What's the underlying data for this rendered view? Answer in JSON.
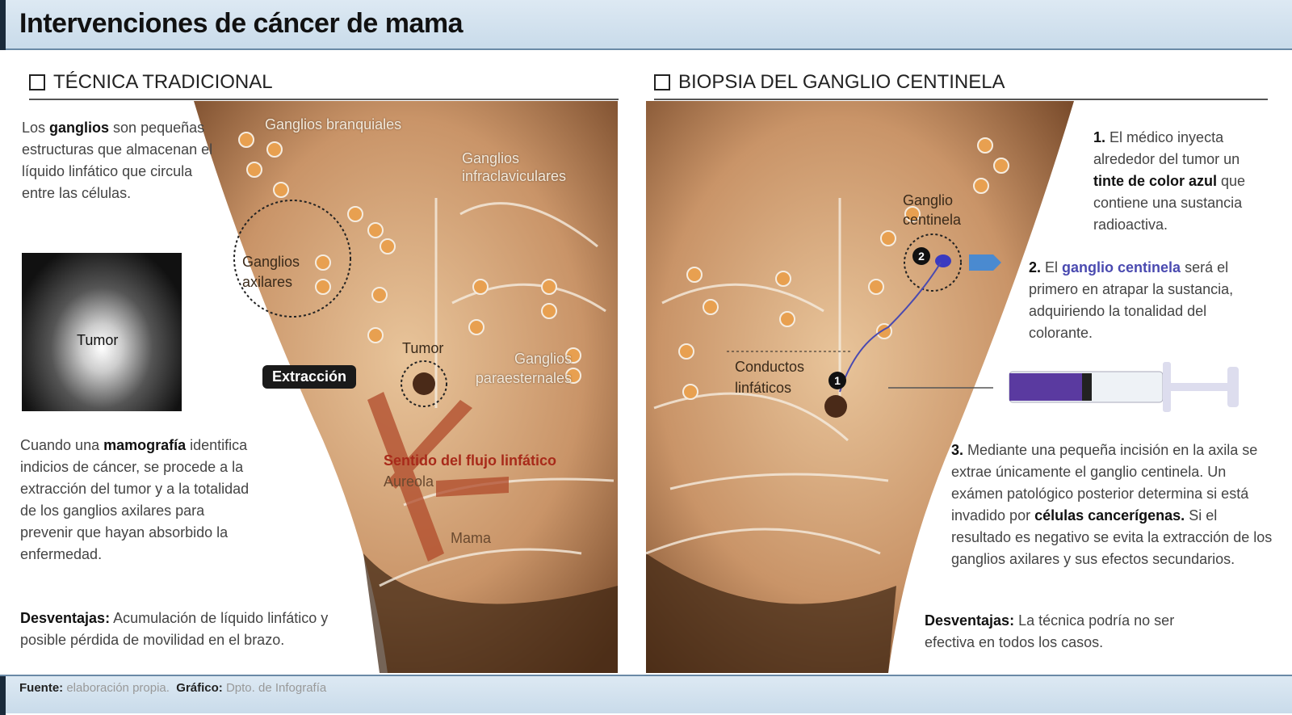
{
  "header": {
    "title": "Intervenciones de cáncer de mama"
  },
  "left": {
    "section_title": "TÉCNICA TRADICIONAL",
    "intro": {
      "pre": "Los ",
      "bold": "ganglios",
      "post": " son pequeñas estructuras que almacenan el líquido linfático que circula entre las células."
    },
    "mammogram_label": "Tumor",
    "body": {
      "pre": "Cuando una ",
      "bold": "mamografía",
      "post": " identifica indicios de cáncer, se procede a la extracción del tumor y a la totalidad de los ganglios axilares para prevenir que hayan absorbido la enfermedad."
    },
    "disadvantages": {
      "bold": "Desventajas:",
      "text": " Acumulación de líquido linfático y posible pérdida de movilidad en el brazo."
    },
    "labels": {
      "branquiales": "Ganglios branquiales",
      "infraclaviculares": "Ganglios infraclaviculares",
      "axilares": "Ganglios axilares",
      "tumor": "Tumor",
      "extraccion": "Extracción",
      "paraesternales": "Ganglios paraesternales",
      "flujo": "Sentido del flujo linfático",
      "aureola": "Aureola",
      "mama": "Mama"
    }
  },
  "right": {
    "section_title": "BIOPSIA DEL GANGLIO CENTINELA",
    "step1": {
      "num": "1.",
      "pre": " El médico inyecta alrededor del tumor un ",
      "bold": "tinte de color azul",
      "post": " que contiene una sustancia radioactiva."
    },
    "step2": {
      "num": "2.",
      "pre": " El ",
      "accent": "ganglio centinela",
      "post": " será el primero en atrapar la sustancia, adquiriendo la tonalidad del colorante."
    },
    "step3": {
      "num": "3.",
      "pre": " Mediante una pequeña incisión en la axila se extrae únicamente el ganglio centinela. Un exámen patológico posterior determina si está invadido por ",
      "bold": "células cancerígenas.",
      "post": " Si el resultado es negativo se evita la extracción de los ganglios axilares y sus efectos secundarios."
    },
    "disadvantages": {
      "bold": "Desventajas:",
      "text": " La técnica podría no ser efectiva en todos los casos."
    },
    "labels": {
      "centinela": "Ganglio centinela",
      "conductos": "Conductos linfáticos",
      "marker1": "1",
      "marker2": "2"
    }
  },
  "footer": {
    "source_label": "Fuente:",
    "source": " elaboración propia.",
    "graphic_label": "Gráfico:",
    "graphic": " Dpto. de Infografía"
  },
  "colors": {
    "accent_blue": "#4a4ab0",
    "red_flow": "#a82a1a",
    "skin": "#d9a878"
  }
}
